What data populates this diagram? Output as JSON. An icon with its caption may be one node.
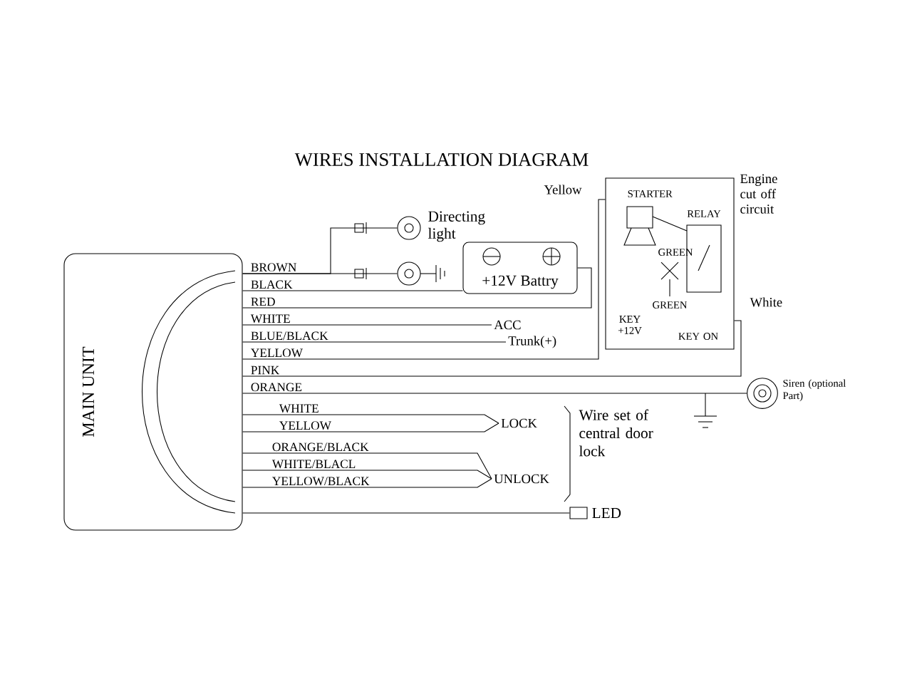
{
  "diagram": {
    "title": "WIRES INSTALLATION DIAGRAM",
    "nodes": [
      {
        "text": [
          "MAIN UNIT"
        ]
      },
      {
        "text": [],
        "shape": "circle",
        "beside": [
          "Directing light"
        ]
      },
      {
        "text": [],
        "shape": "circle"
      },
      {
        "text": [
          "+12V Battry"
        ]
      },
      {
        "text": [
          "ACC"
        ]
      },
      {
        "text": [
          "Trunk(+)"
        ]
      },
      {
        "text": [
          "STARTER",
          "RELAY",
          "GREEN",
          "GREEN",
          "KEY +12V",
          "KEY ON"
        ],
        "beside": [
          "Engine cut off circuit"
        ]
      },
      {
        "text": [],
        "shape": "picture",
        "beside": [
          "Siren (optional Part)"
        ]
      },
      {
        "text": [
          "LOCK"
        ]
      },
      {
        "text": [
          "UNLOCK"
        ]
      },
      {
        "text": [],
        "shape": "box",
        "beside": [
          "LED"
        ]
      }
    ],
    "edges": [
      {
        "from": 0,
        "to": 1,
        "arrow": "none"
      },
      {
        "from": 0,
        "to": 2,
        "arrow": "none",
        "label": "BROWN"
      },
      {
        "from": 0,
        "to": 3,
        "arrow": "none",
        "label": "BLACK"
      },
      {
        "from": 0,
        "to": 3,
        "arrow": "none",
        "label": "RED"
      },
      {
        "from": 0,
        "to": 4,
        "arrow": "none",
        "label": "WHITE"
      },
      {
        "from": 0,
        "to": 5,
        "arrow": "none",
        "label": "BLUE/BLACK"
      },
      {
        "from": 0,
        "to": 6,
        "arrow": "none",
        "label": "YELLOW"
      },
      {
        "from": 0,
        "to": 6,
        "arrow": "none",
        "label": "PINK"
      },
      {
        "from": 0,
        "to": 7,
        "arrow": "none",
        "label": "ORANGE"
      },
      {
        "from": 0,
        "to": 8,
        "arrow": "none",
        "label": "WHITE"
      },
      {
        "from": 0,
        "to": 8,
        "arrow": "none",
        "label": "YELLOW"
      },
      {
        "from": 0,
        "to": 9,
        "arrow": "none",
        "label": "ORANGE/BLACK"
      },
      {
        "from": 0,
        "to": 9,
        "arrow": "none",
        "label": "WHITE/BLACL"
      },
      {
        "from": 0,
        "to": 9,
        "arrow": "none",
        "label": "YELLOW/BLACK"
      },
      {
        "from": 0,
        "to": 10,
        "arrow": "none"
      }
    ],
    "labels": [
      "Yellow",
      "White",
      "Wire set of central door lock"
    ]
  }
}
